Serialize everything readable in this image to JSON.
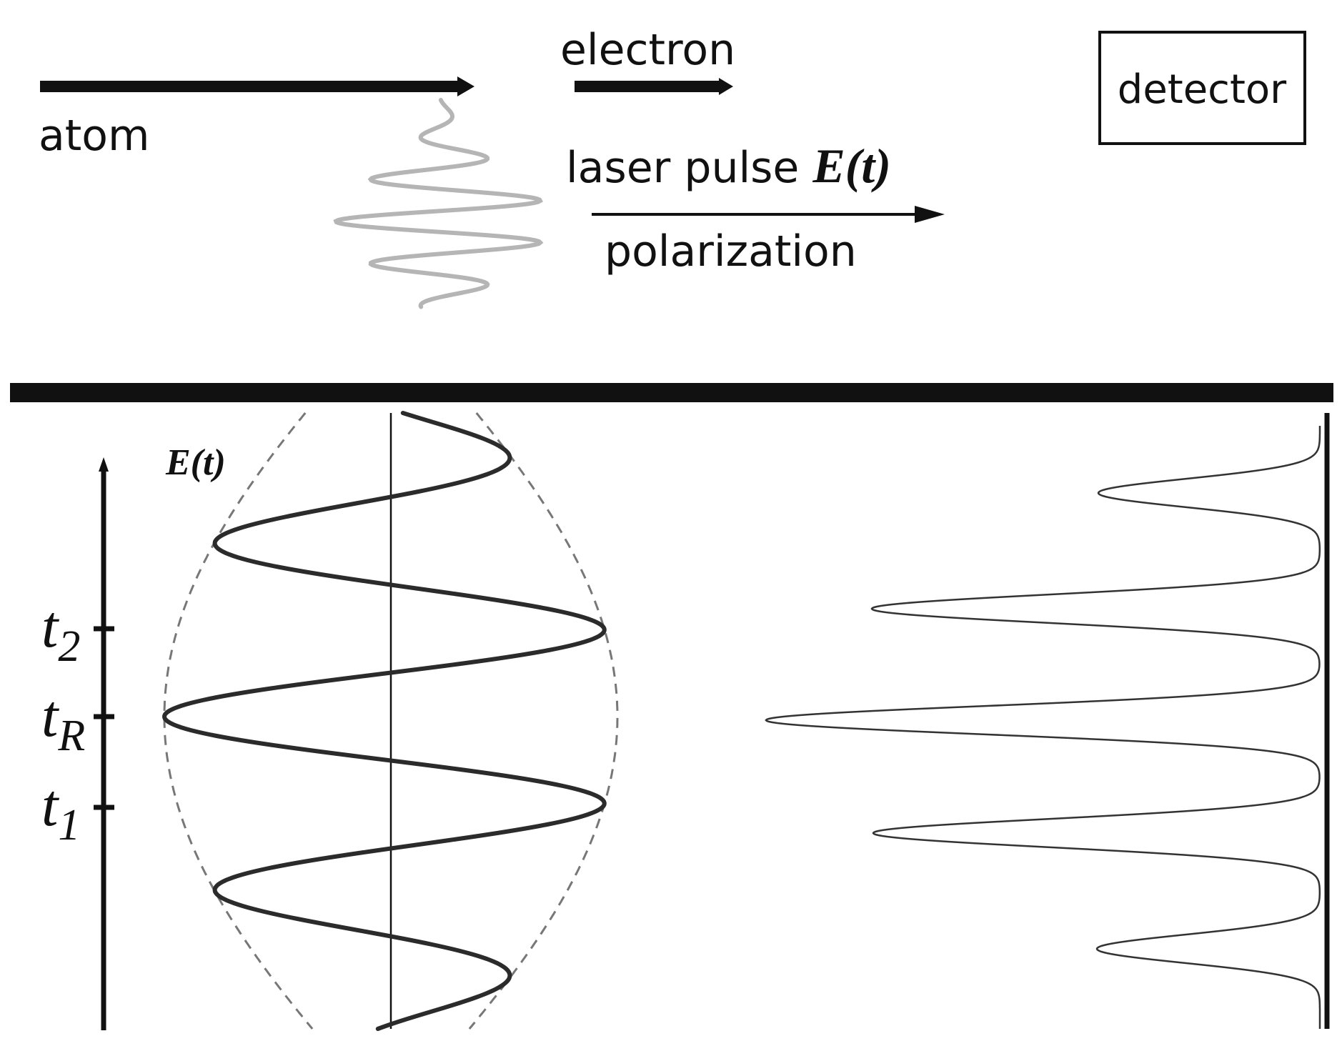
{
  "labels": {
    "atom": "atom",
    "electron": "electron",
    "detector": "detector",
    "laser_pulse": "laser pulse ",
    "field_symbol": "E(t)",
    "polarization": "polarization",
    "field_axis_label": "E(t)",
    "time_markers": [
      {
        "base": "t",
        "sub": "2"
      },
      {
        "base": "t",
        "sub": "R"
      },
      {
        "base": "t",
        "sub": "1"
      }
    ]
  },
  "colors": {
    "ink": "#111111",
    "pulse_gray": "#b5b5b5",
    "envelope_dash": "#777777",
    "wave_dark": "#2b2b2b"
  }
}
